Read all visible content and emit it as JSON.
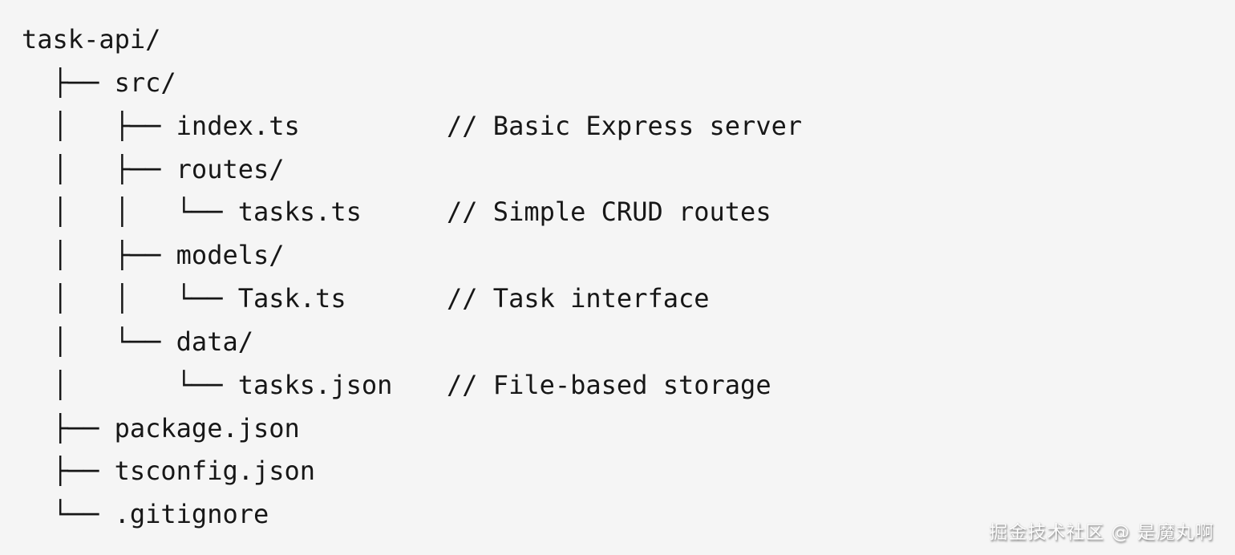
{
  "colors": {
    "background": "#f5f5f5",
    "text": "#171717",
    "watermark_text": "#fdfdfd"
  },
  "tree": {
    "root_label": "task-api/",
    "lines": [
      {
        "prefix": "",
        "name": "task-api/",
        "comment": ""
      },
      {
        "prefix": "  ├── ",
        "name": "src/",
        "comment": ""
      },
      {
        "prefix": "  │   ├── ",
        "name": "index.ts",
        "comment": "// Basic Express server"
      },
      {
        "prefix": "  │   ├── ",
        "name": "routes/",
        "comment": ""
      },
      {
        "prefix": "  │   │   └── ",
        "name": "tasks.ts",
        "comment": "// Simple CRUD routes"
      },
      {
        "prefix": "  │   ├── ",
        "name": "models/",
        "comment": ""
      },
      {
        "prefix": "  │   │   └── ",
        "name": "Task.ts",
        "comment": "// Task interface"
      },
      {
        "prefix": "  │   └── ",
        "name": "data/",
        "comment": ""
      },
      {
        "prefix": "  │       └── ",
        "name": "tasks.json",
        "comment": "// File-based storage"
      },
      {
        "prefix": "  ├── ",
        "name": "package.json",
        "comment": ""
      },
      {
        "prefix": "  ├── ",
        "name": "tsconfig.json",
        "comment": ""
      },
      {
        "prefix": "  └── ",
        "name": ".gitignore",
        "comment": ""
      }
    ]
  },
  "watermark": {
    "text": "掘金技术社区 @ 是魔丸啊"
  }
}
